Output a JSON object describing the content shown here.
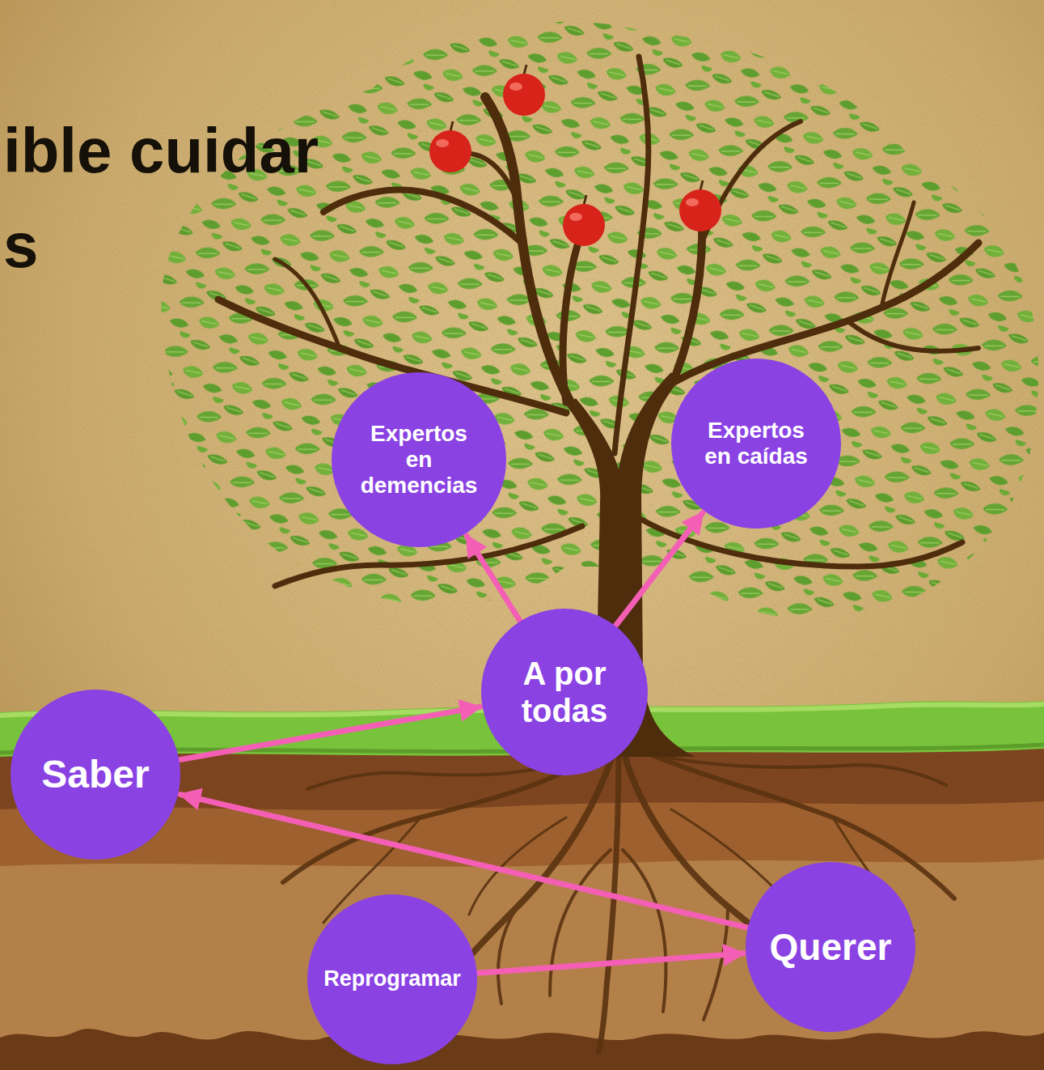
{
  "diagram": {
    "title": "ible cuidar s",
    "nodes": [
      {
        "text": [
          "Expertos en demencias"
        ]
      },
      {
        "text": [
          "Expertos en caídas"
        ]
      },
      {
        "text": [
          "A por todas"
        ]
      },
      {
        "text": [
          "Saber"
        ]
      },
      {
        "text": [
          "Querer"
        ]
      },
      {
        "text": [
          "Reprogramar"
        ]
      }
    ],
    "edges": [
      {
        "from": 3,
        "to": 2,
        "arrow": "to"
      },
      {
        "from": 2,
        "to": 0,
        "arrow": "to"
      },
      {
        "from": 2,
        "to": 1,
        "arrow": "to"
      },
      {
        "from": 4,
        "to": 3,
        "arrow": "to"
      },
      {
        "from": 5,
        "to": 4,
        "arrow": "to"
      }
    ]
  }
}
